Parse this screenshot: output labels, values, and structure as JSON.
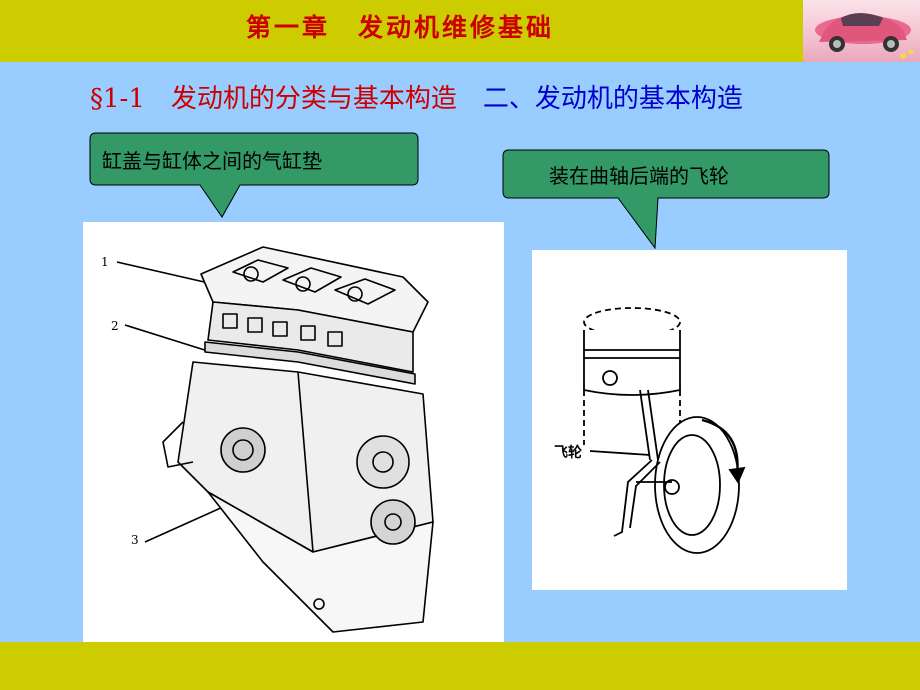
{
  "header": {
    "chapter_title": "第一章　发动机维修基础",
    "logo_icon": "car-photo-icon"
  },
  "section": {
    "number_title": "§1-1　发动机的分类与基本构造",
    "subtitle": "二、发动机的基本构造"
  },
  "callouts": {
    "gasket": "缸盖与缸体之间的气缸垫",
    "flywheel": "装在曲轴后端的飞轮"
  },
  "engine_figure": {
    "labels": [
      "1",
      "2",
      "3"
    ]
  },
  "flywheel_figure": {
    "label": "飞轮"
  },
  "colors": {
    "background": "#99ccff",
    "bar": "#cccc00",
    "title_red": "#cc0000",
    "subtitle_blue": "#0000cc",
    "callout_green": "#339966"
  }
}
